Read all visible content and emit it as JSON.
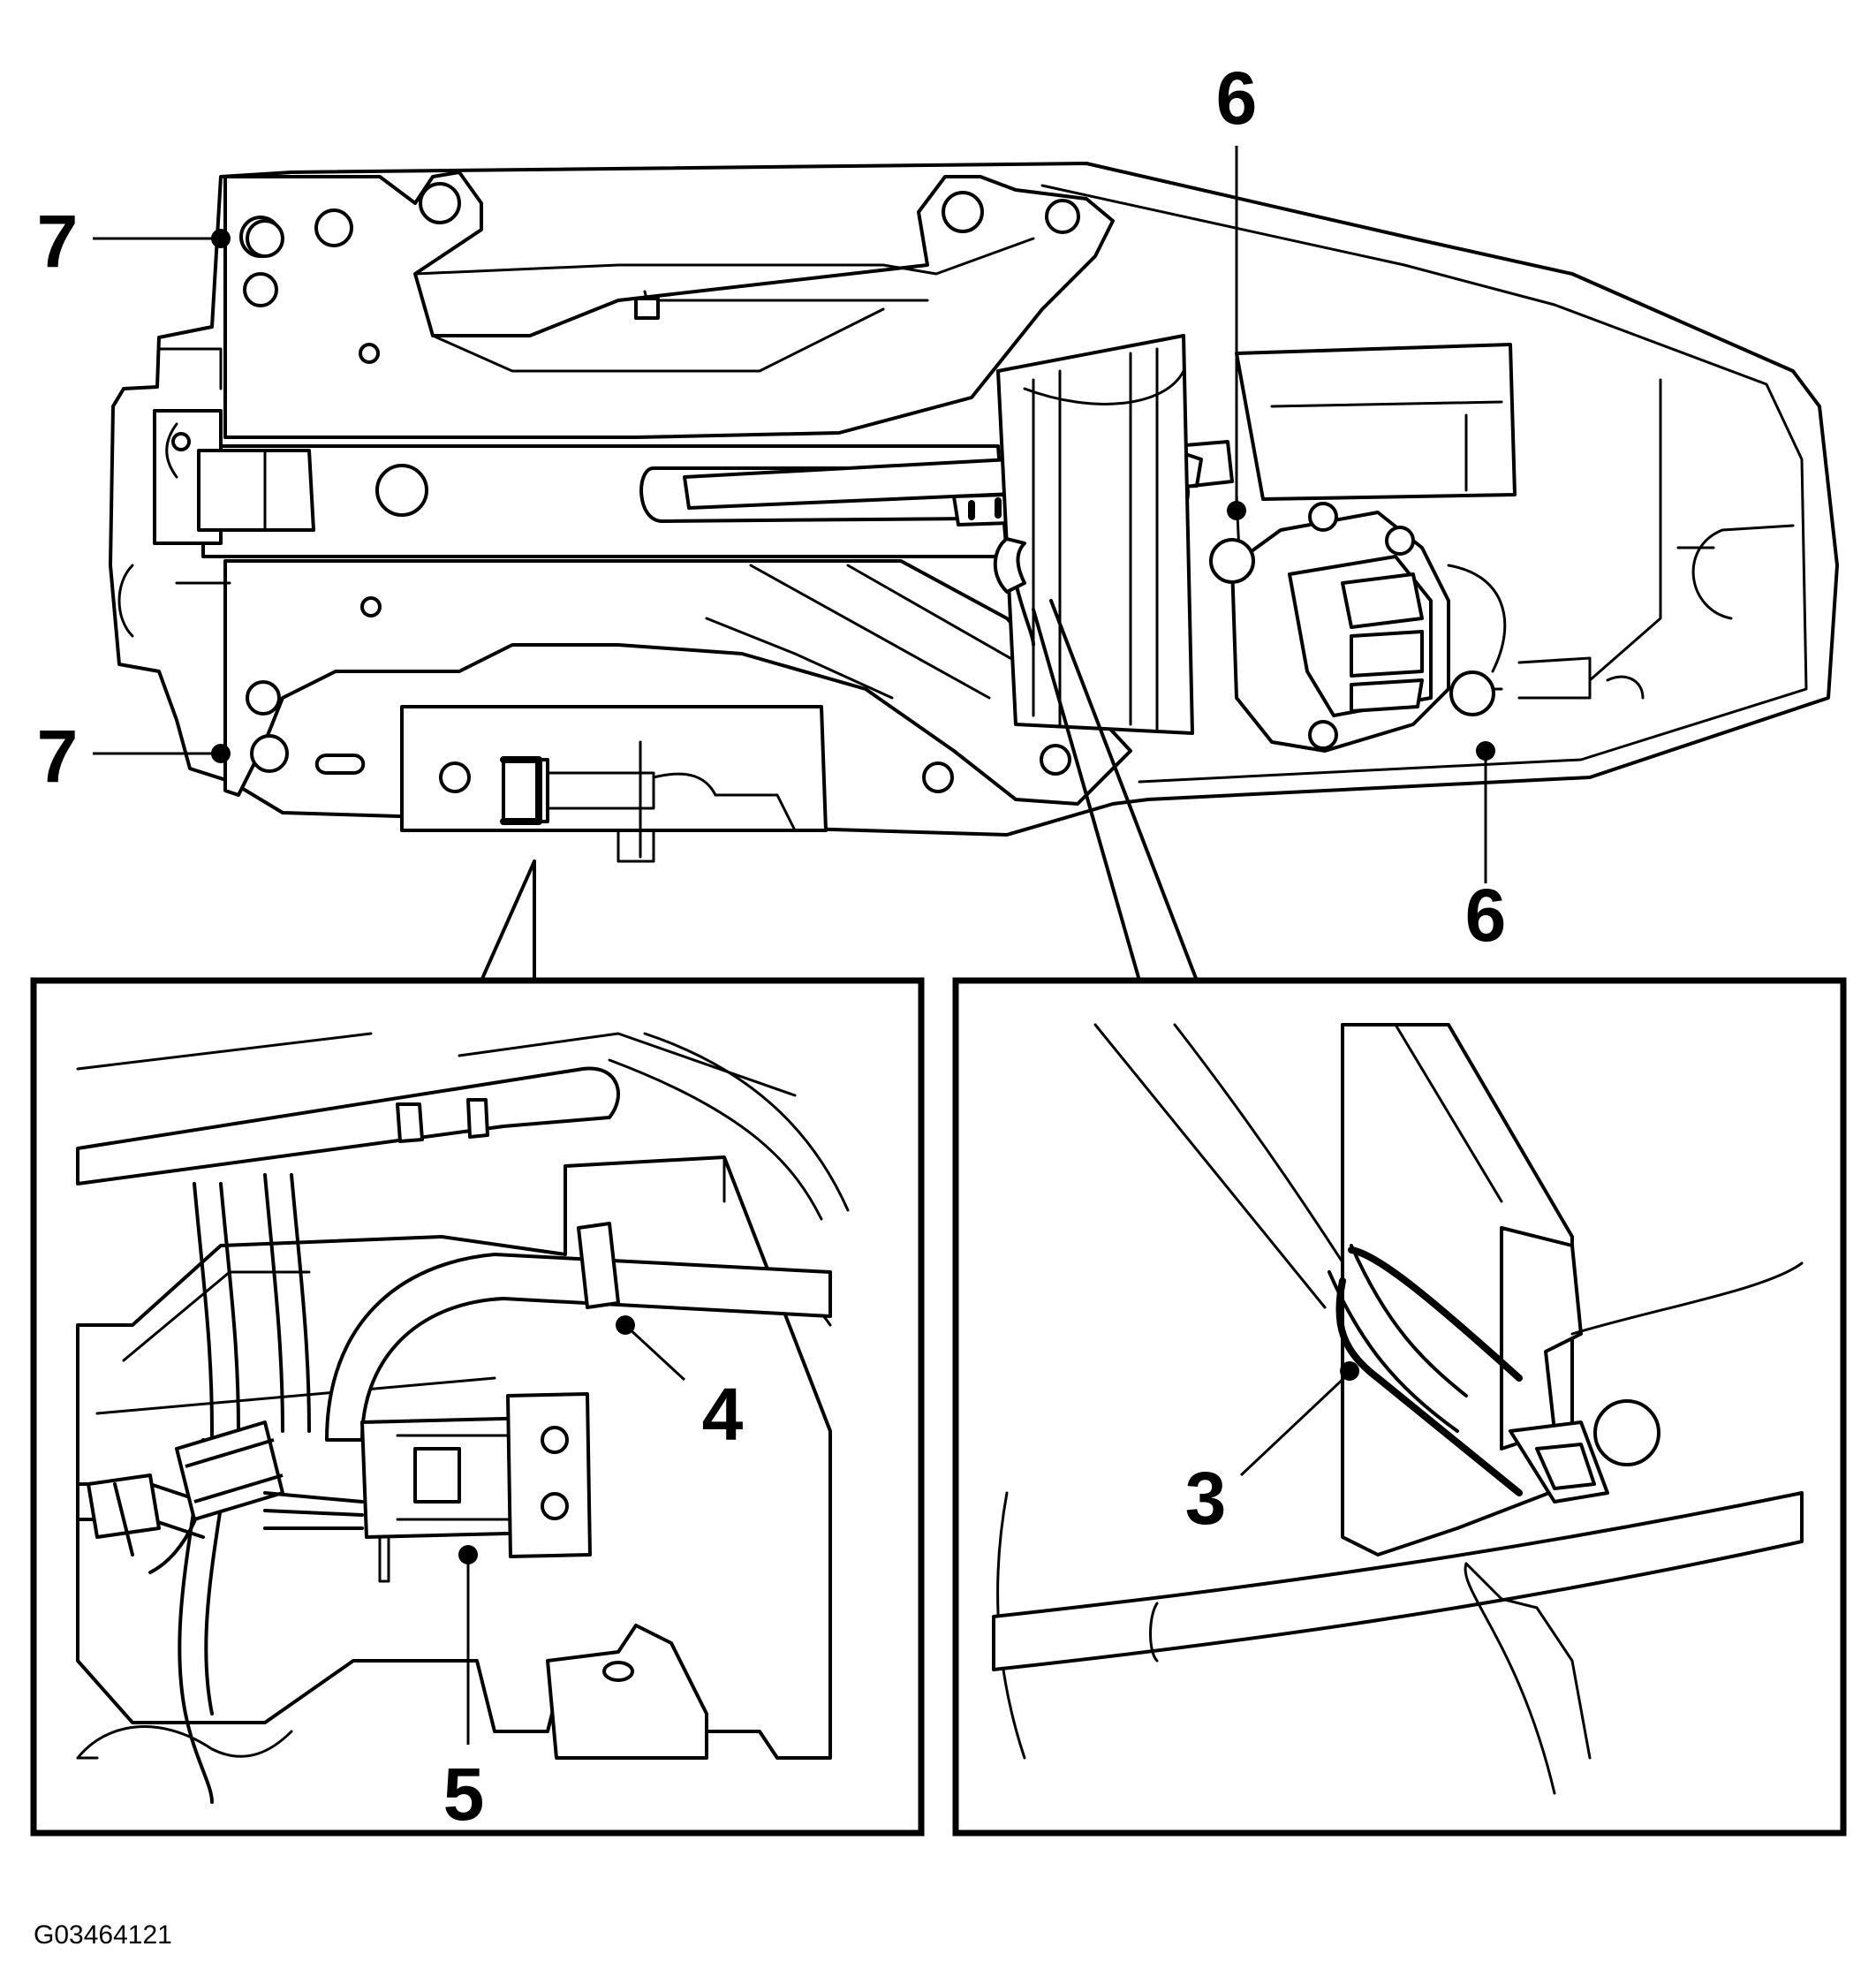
{
  "callouts": {
    "c3": "3",
    "c4": "4",
    "c5": "5",
    "c6_top": "6",
    "c6_bottom": "6",
    "c7_top": "7",
    "c7_bottom": "7"
  },
  "figure_id": "G03464121"
}
